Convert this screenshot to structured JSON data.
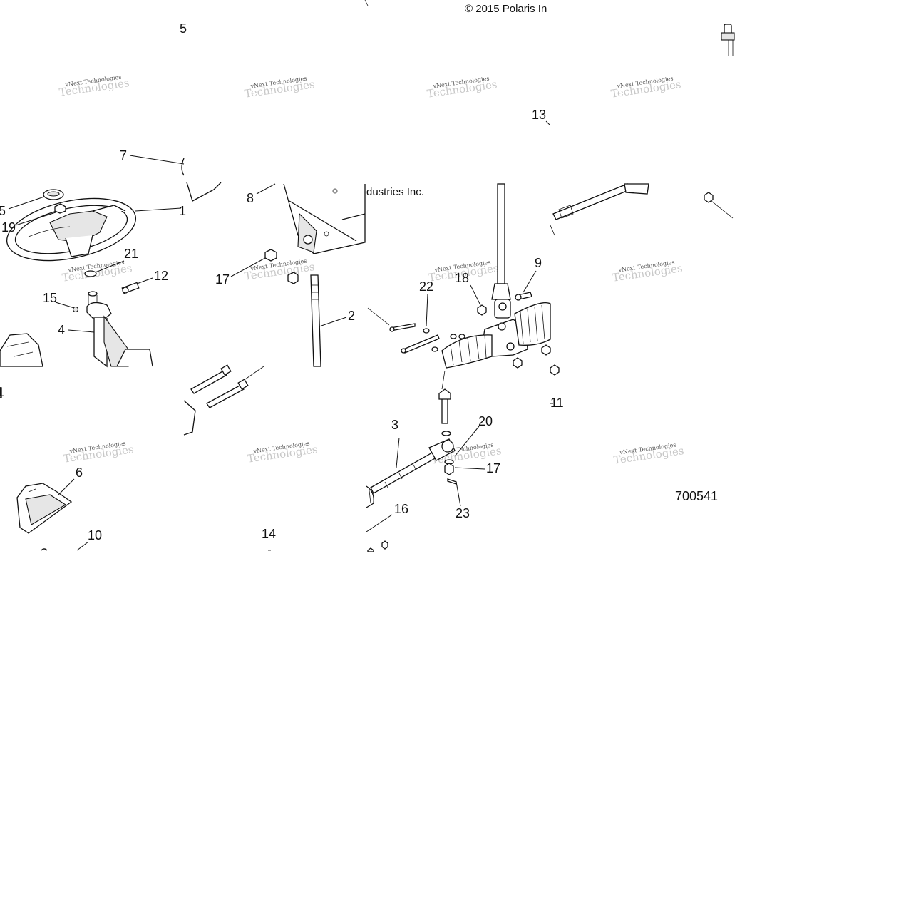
{
  "copyright": {
    "top": "© 2015 Polaris In",
    "mid": "dustries Inc."
  },
  "figure_id": "700541",
  "watermark": {
    "line1": "vNext Technologies",
    "line2": "Technologies"
  },
  "callouts": [
    {
      "id": "c5a",
      "text": "5"
    },
    {
      "id": "c13",
      "text": "13"
    },
    {
      "id": "c7",
      "text": "7"
    },
    {
      "id": "c8",
      "text": "8"
    },
    {
      "id": "c5b",
      "text": "5"
    },
    {
      "id": "c19",
      "text": "19"
    },
    {
      "id": "c1",
      "text": "1"
    },
    {
      "id": "c21",
      "text": "21"
    },
    {
      "id": "c12",
      "text": "12"
    },
    {
      "id": "c17a",
      "text": "17"
    },
    {
      "id": "c15",
      "text": "15"
    },
    {
      "id": "c4",
      "text": "4"
    },
    {
      "id": "c2",
      "text": "2"
    },
    {
      "id": "c22",
      "text": "22"
    },
    {
      "id": "c18",
      "text": "18"
    },
    {
      "id": "c9",
      "text": "9"
    },
    {
      "id": "c11",
      "text": "11"
    },
    {
      "id": "c1b",
      "text": "1"
    },
    {
      "id": "c3",
      "text": "3"
    },
    {
      "id": "c20",
      "text": "20"
    },
    {
      "id": "c17b",
      "text": "17"
    },
    {
      "id": "c6",
      "text": "6"
    },
    {
      "id": "c23",
      "text": "23"
    },
    {
      "id": "c16",
      "text": "16"
    },
    {
      "id": "c10",
      "text": "10"
    },
    {
      "id": "c14",
      "text": "14"
    }
  ]
}
